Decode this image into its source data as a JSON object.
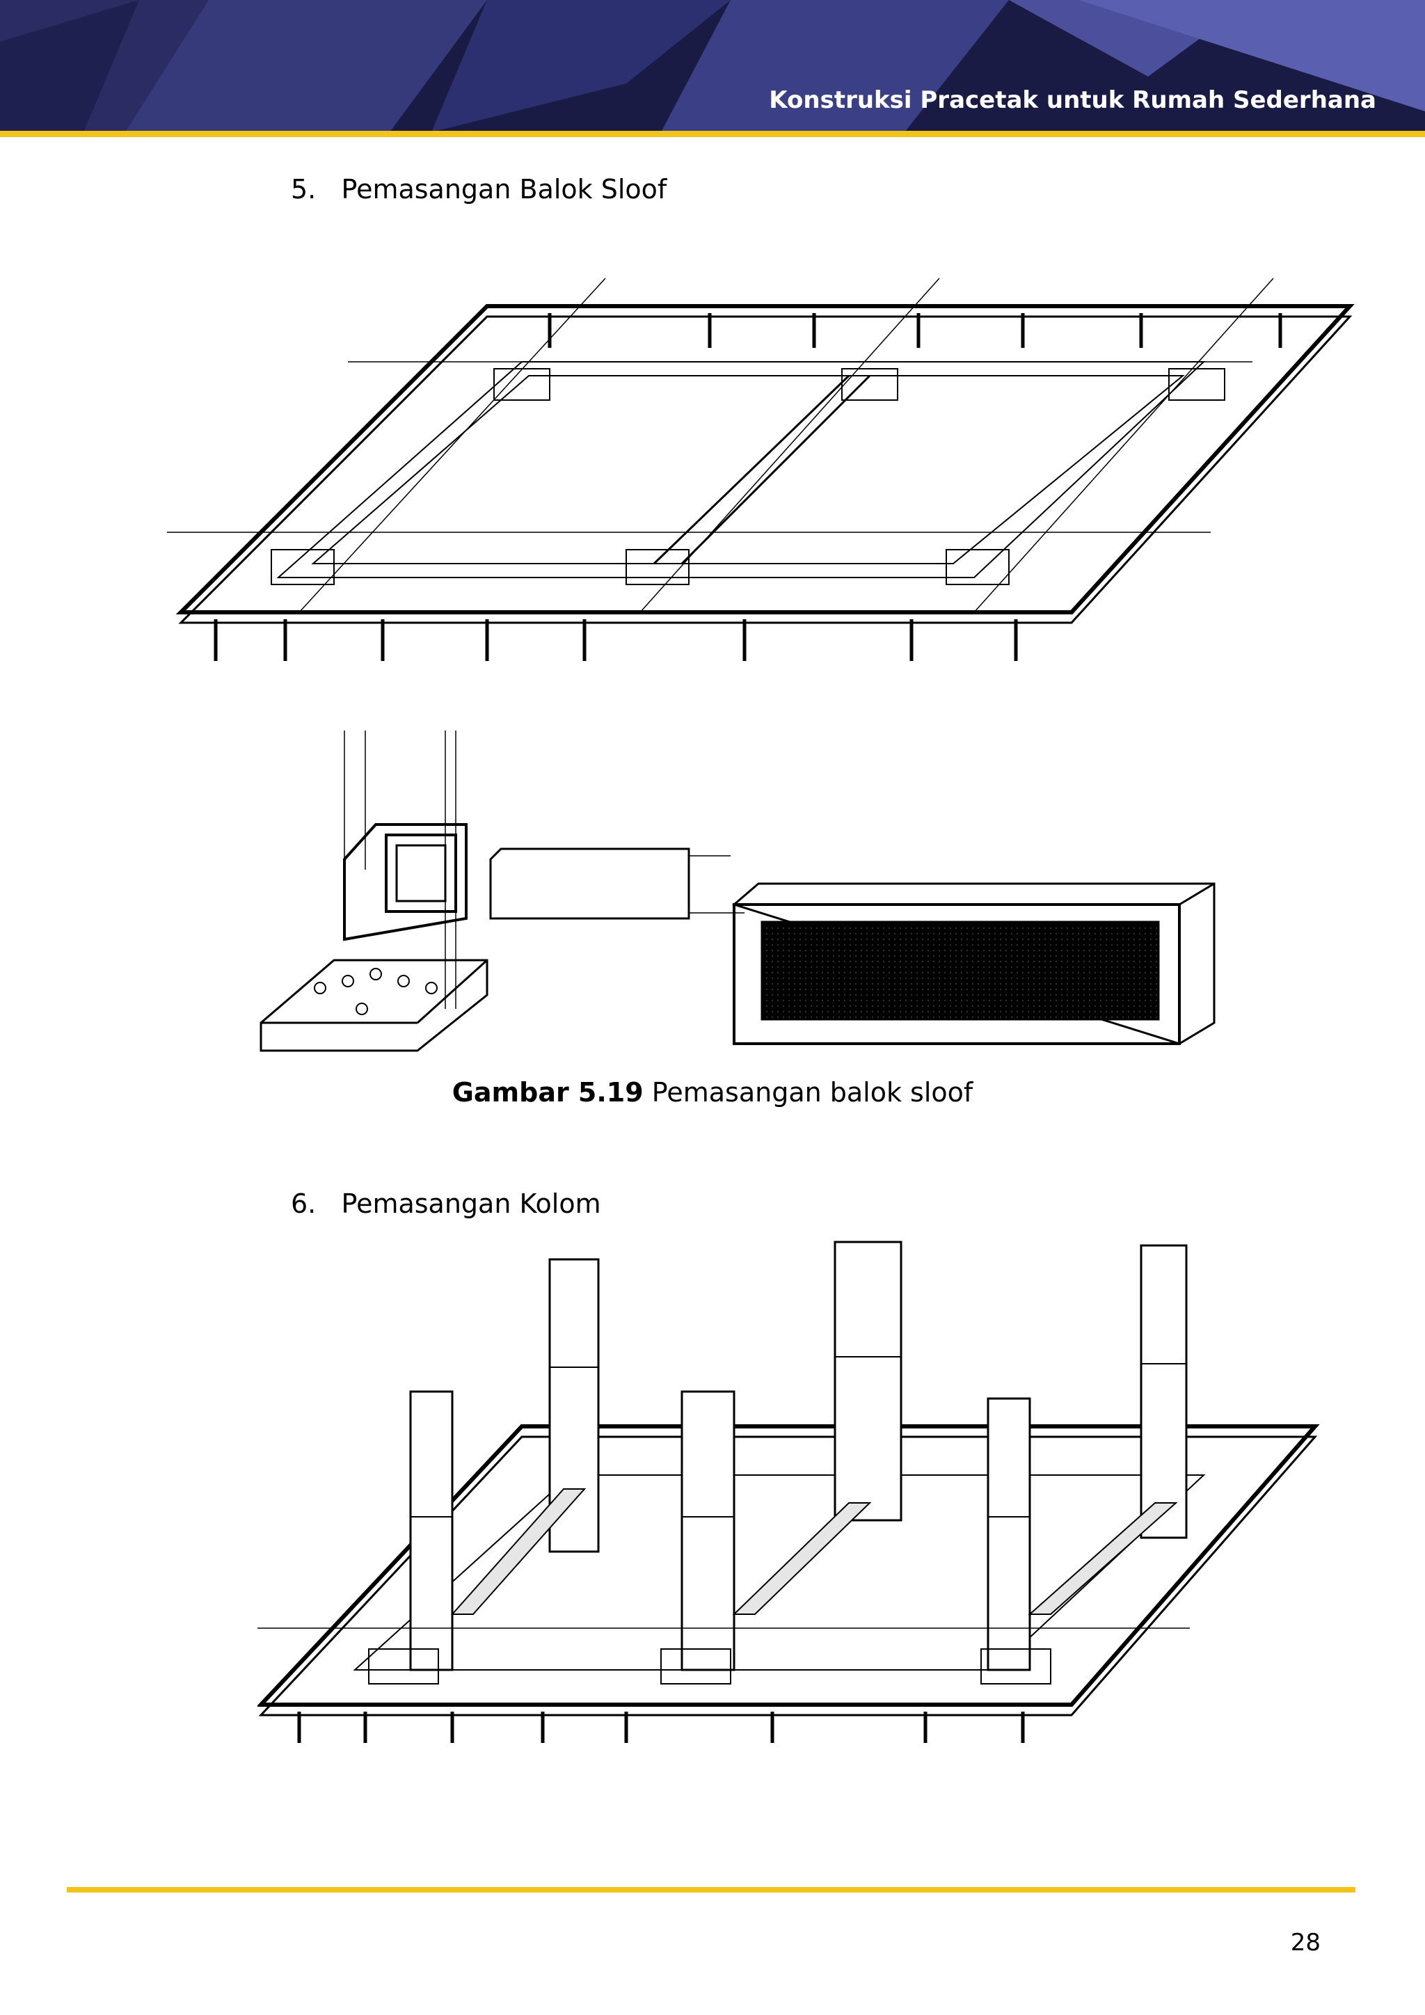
{
  "header": {
    "title": "Konstruksi Pracetak untuk Rumah Sederhana",
    "colors": {
      "navy": "#1a1b45",
      "accent": "#f2c318"
    }
  },
  "sections": [
    {
      "number": "5.",
      "title": "Pemasangan Balok Sloof"
    },
    {
      "number": "6.",
      "title": "Pemasangan Kolom"
    }
  ],
  "figure": {
    "label": "Gambar 5.19",
    "caption": "Pemasangan balok sloof"
  },
  "footer": {
    "page_number": "28"
  }
}
